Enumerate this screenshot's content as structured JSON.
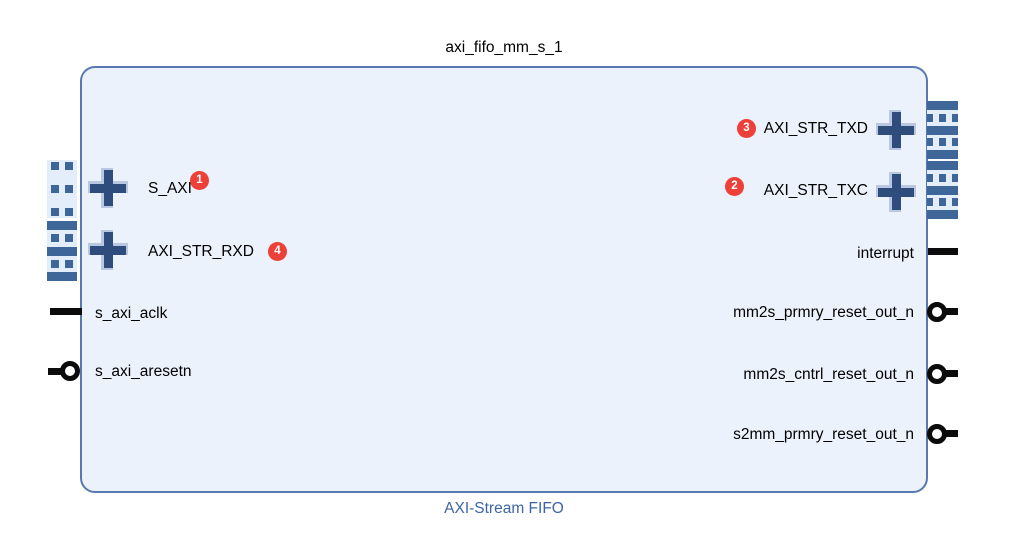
{
  "block": {
    "instance_name": "axi_fifo_mm_s_1",
    "ip_name": "AXI-Stream FIFO"
  },
  "left_interfaces": [
    {
      "label": "S_AXI",
      "badge": "1"
    },
    {
      "label": "AXI_STR_RXD",
      "badge": "4"
    }
  ],
  "left_pins": [
    {
      "label": "s_axi_aclk",
      "active_low": false
    },
    {
      "label": "s_axi_aresetn",
      "active_low": true
    }
  ],
  "right_interfaces": [
    {
      "label": "AXI_STR_TXD",
      "badge": "3"
    },
    {
      "label": "AXI_STR_TXC",
      "badge": "2"
    }
  ],
  "right_pins": [
    {
      "label": "interrupt",
      "active_low": false
    },
    {
      "label": "mm2s_prmry_reset_out_n",
      "active_low": true
    },
    {
      "label": "mm2s_cntrl_reset_out_n",
      "active_low": true
    },
    {
      "label": "s2mm_prmry_reset_out_n",
      "active_low": true
    }
  ],
  "icons": {
    "expand_plus": "plus-cross",
    "external_interface": "bus-connector",
    "active_low": "inverter-bubble"
  },
  "colors": {
    "block_fill": "#ECF2FB",
    "block_border": "#5878B0",
    "connector_blue": "#3E6699",
    "plus_dark": "#2E4D7C",
    "plus_halo": "#B9C7E0",
    "badge_red": "#EC4038",
    "ip_name_blue": "#3D64A5",
    "pin_black": "#0b0b0b"
  }
}
